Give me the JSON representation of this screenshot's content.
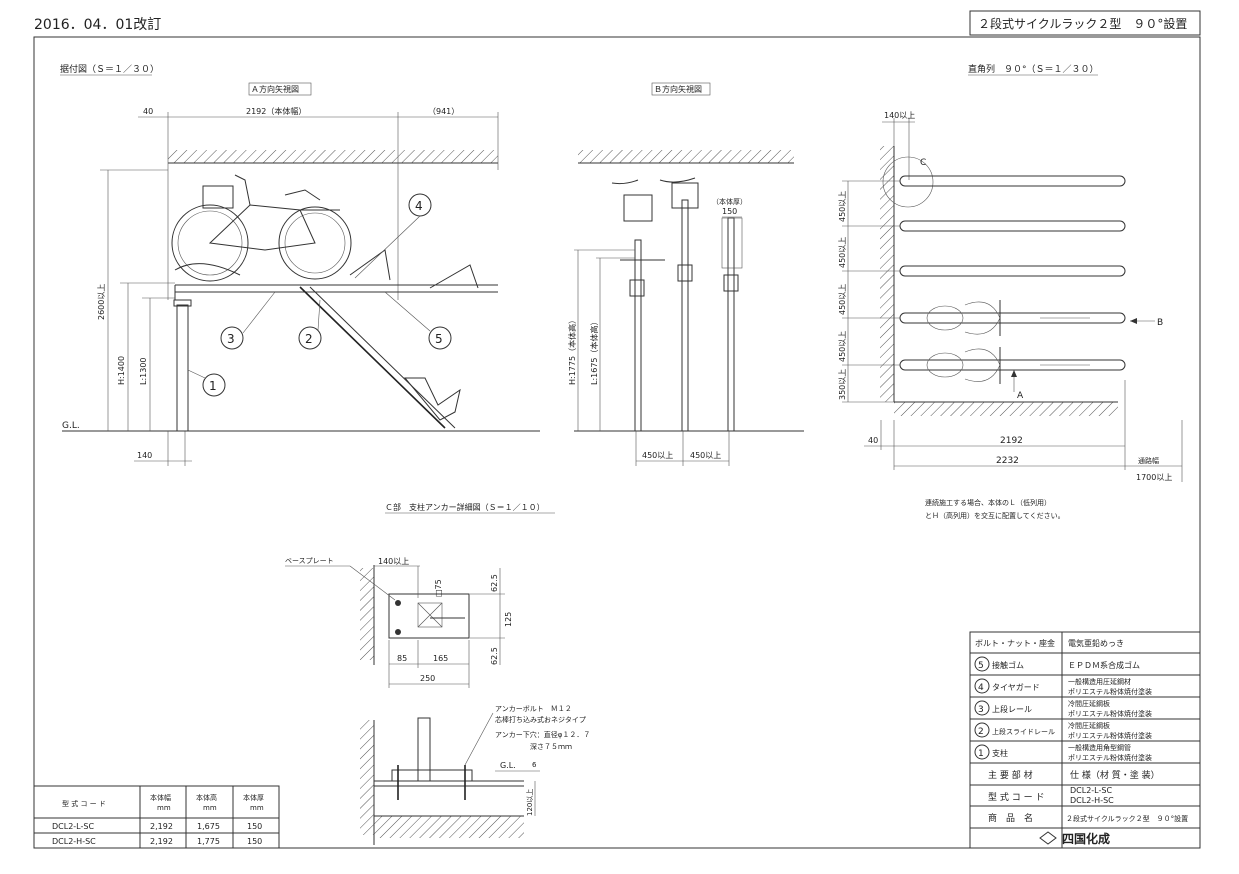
{
  "header": {
    "revision": "2016．04．01改訂",
    "title": "２段式サイクルラック２型　９０°設置"
  },
  "install": {
    "heading": "据付図（Ｓ＝１／３０）",
    "view_a": "Ａ方向矢視図",
    "view_b": "Ｂ方向矢視図",
    "plan_heading": "直角列　９０°（Ｓ＝１／３０）",
    "dim_40": "40",
    "dim_body_width": "2192（本体幅）",
    "dim_941": "（941）",
    "dim_2600": "2600以上",
    "dim_h1400": "H:1400",
    "dim_l1300": "L:1300",
    "dim_140": "140",
    "gl": "G.L.",
    "part_labels": [
      "1",
      "2",
      "3",
      "4",
      "5"
    ],
    "b_body_thickness": "（本体厚）",
    "b_150": "150",
    "b_h1775": "H:1775（本体高）",
    "b_l1675": "L:1675（本体高）",
    "b_450a": "450以上",
    "b_450b": "450以上",
    "p_140": "140以上",
    "p_c": "C",
    "p_450": [
      "450以上",
      "450以上",
      "450以上",
      "450以上"
    ],
    "p_350": "350以上",
    "p_b": "B",
    "p_a": "A",
    "p_40": "40",
    "p_2192": "2192",
    "p_2232": "2232",
    "p_road": "通路幅",
    "p_1700": "1700以上",
    "note_line1": "連続施工する場合、本体のＬ（低列用）",
    "note_line2": "とＨ（高列用）を交互に配置してください。"
  },
  "anchor": {
    "heading": "Ｃ部　支柱アンカー詳細図（Ｓ＝１／１０）",
    "base_plate": "ベースプレート",
    "dim_140": "140以上",
    "dim_75": "□75",
    "dim_62a": "62.5",
    "dim_125": "125",
    "dim_62b": "62.5",
    "dim_85": "85",
    "dim_165": "165",
    "dim_250": "250",
    "bolt1": "アンカーボルト　Ｍ１２",
    "bolt2": "芯棒打ち込み式おネジタイプ",
    "bolt3": "アンカー下穴：直径φ１２．７",
    "bolt4": "深さ７５ｍｍ",
    "gl": "G.L.",
    "dim_6": "6",
    "dim_120": "120以上"
  },
  "model_table": {
    "headers": [
      "型 式 コ ー ド",
      "本体幅\nmm",
      "本体高\nmm",
      "本体厚\nmm"
    ],
    "rows": [
      [
        "DCL2-L-SC",
        "2,192",
        "1,675",
        "150"
      ],
      [
        "DCL2-H-SC",
        "2,192",
        "1,775",
        "150"
      ]
    ]
  },
  "spec_table": {
    "rows": [
      {
        "part": "ボルト・ナット・座金",
        "spec": "電気亜鉛めっき"
      },
      {
        "no": "5",
        "part": "接触ゴム",
        "spec": "ＥＰＤＭ系合成ゴム"
      },
      {
        "no": "4",
        "part": "タイヤガード",
        "spec": "一般構造用圧延鋼材\nポリエステル粉体焼付塗装"
      },
      {
        "no": "3",
        "part": "上段レール",
        "spec": "冷間圧延鋼板\nポリエステル粉体焼付塗装"
      },
      {
        "no": "2",
        "part": "上段スライドレール",
        "spec": "冷間圧延鋼板\nポリエステル粉体焼付塗装"
      },
      {
        "no": "1",
        "part": "支柱",
        "spec": "一般構造用角型鋼管\nポリエステル粉体焼付塗装"
      }
    ],
    "main_parts": "主 要 部 材",
    "spec_header": "仕 様（材 質・塗 装）",
    "model_code_label": "型 式 コ ー ド",
    "model_codes": "DCL2-L-SC\nDCL2-H-SC",
    "product_label": "商　品　名",
    "product_name": "２段式サイクルラック２型　９０°設置",
    "logo": "四国化成"
  }
}
